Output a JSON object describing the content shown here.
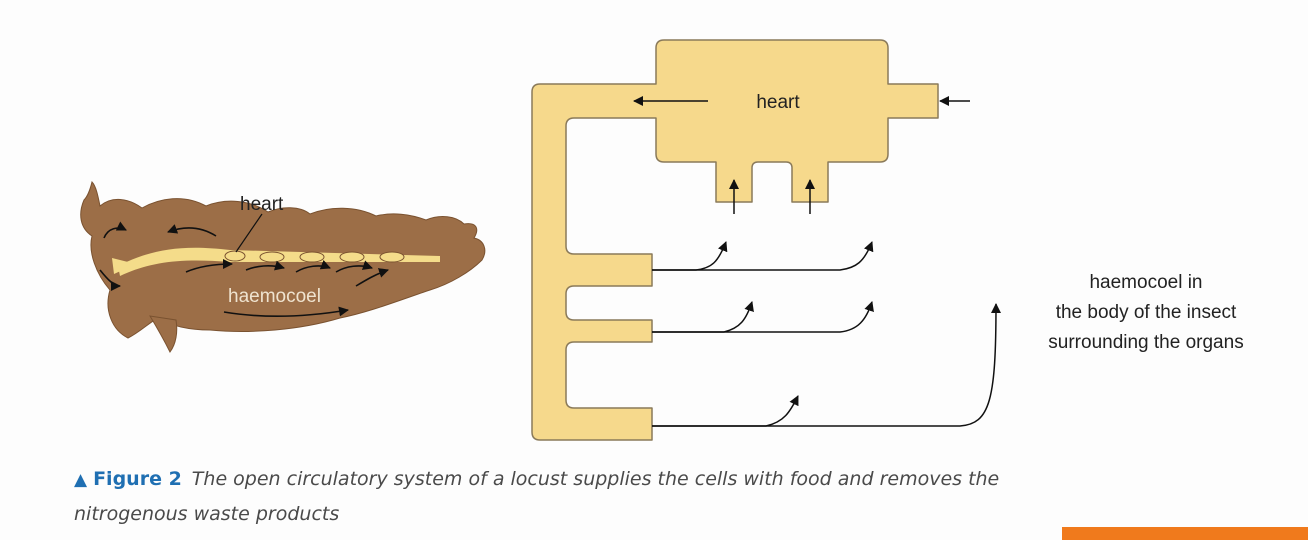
{
  "insect": {
    "heart_label": "heart",
    "haemocoel_label": "haemocoel"
  },
  "schematic": {
    "heart_label": "heart",
    "haemocoel_note": [
      "haemocoel in",
      "the body of the insect",
      "surrounding the organs"
    ]
  },
  "caption": {
    "marker": "▲",
    "label": "Figure 2",
    "text": "The open circulatory system of a locust supplies the cells with food and removes the nitrogenous waste products"
  },
  "colors": {
    "vessel_fill": "#f6d98c",
    "vessel_stroke": "#8a7a5a",
    "body_fill": "#9c6e47",
    "body_stroke": "#7a5230",
    "heart_tube": "#f4dc8a",
    "caption_blue": "#1f6fb2",
    "accent_orange": "#f07a1c"
  }
}
